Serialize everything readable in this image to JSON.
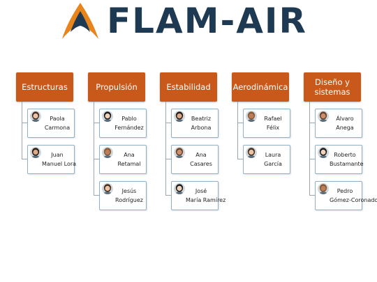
{
  "logo": {
    "text": "FLAM-AIR",
    "icon": "flame-rocket-logo-icon",
    "colors": {
      "orange": "#e8841c",
      "navy": "#1e3a52"
    }
  },
  "columns": [
    {
      "title": "Estructuras",
      "members": [
        {
          "first": "Paola",
          "last": "Carmona",
          "avatar": "avatar-photo-icon"
        },
        {
          "first": "Juan",
          "last": "Manuel Lora",
          "avatar": "avatar-photo-icon"
        }
      ]
    },
    {
      "title": "Propulsión",
      "members": [
        {
          "first": "Pablo",
          "last": "Fernández",
          "avatar": "avatar-photo-icon"
        },
        {
          "first": "Ana",
          "last": "Retamal",
          "avatar": "avatar-photo-icon"
        },
        {
          "first": "Jesús",
          "last": "Rodríguez",
          "avatar": "avatar-photo-icon"
        }
      ]
    },
    {
      "title": "Estabilidad",
      "members": [
        {
          "first": "Beatriz",
          "last": "Arbona",
          "avatar": "avatar-photo-icon"
        },
        {
          "first": "Ana",
          "last": "Casares",
          "avatar": "avatar-photo-icon"
        },
        {
          "first": "José",
          "last": "María Ramírez",
          "avatar": "avatar-photo-icon"
        }
      ]
    },
    {
      "title": "Aerodinámica",
      "members": [
        {
          "first": "Rafael",
          "last": "Félix",
          "avatar": "avatar-photo-icon"
        },
        {
          "first": "Laura",
          "last": "García",
          "avatar": "avatar-photo-icon"
        }
      ]
    },
    {
      "title": "Diseño y sistemas",
      "members": [
        {
          "first": "Álvaro",
          "last": "Anega",
          "avatar": "avatar-photo-icon"
        },
        {
          "first": "Roberto",
          "last": "Bustamante",
          "avatar": "avatar-photo-icon"
        },
        {
          "first": "Pedro",
          "last": "Gómez-Coronado",
          "avatar": "avatar-photo-icon"
        }
      ]
    }
  ],
  "colors": {
    "header_bg": "#c8591a",
    "card_border": "#8fb0c6",
    "connector": "#9aa7b3"
  }
}
